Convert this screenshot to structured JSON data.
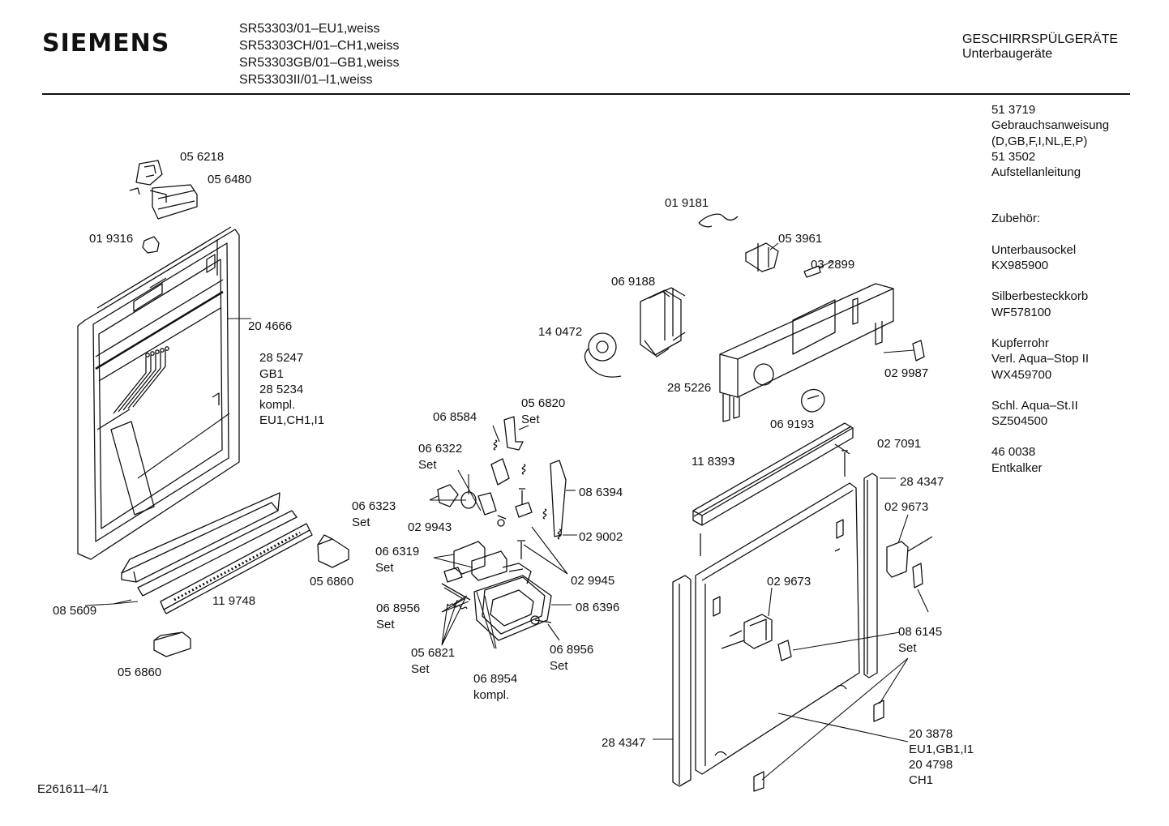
{
  "header": {
    "brand": "SIEMENS",
    "models": [
      "SR53303/01–EU1,weiss",
      "SR53303CH/01–CH1,weiss",
      "SR53303GB/01–GB1,weiss",
      "SR53303II/01–I1,weiss"
    ],
    "category_title": "GESCHIRRSPÜLGERÄTE",
    "category_subtitle": "Unterbaugeräte"
  },
  "side_info": {
    "lines": [
      "51 3719",
      "Gebrauchsanweisung",
      "(D,GB,F,I,NL,E,P)",
      "51 3502",
      "Aufstellanleitung",
      "",
      "",
      "Zubehör:",
      "",
      "Unterbausockel",
      "KX985900",
      "",
      "Silberbesteckkorb",
      "WF578100",
      "",
      "Kupferrohr",
      "Verl. Aqua–Stop II",
      "WX459700",
      "",
      "Schl. Aqua–St.II",
      "SZ504500",
      "",
      "46 0038",
      "Entkalker"
    ]
  },
  "labels": {
    "p056218": "05 6218",
    "p056480": "05 6480",
    "p019316": "01 9316",
    "p204666": "20 4666",
    "p285247": "28 5247",
    "gb1": "GB1",
    "p285234": "28 5234",
    "kompl1": "kompl.",
    "eu1ch1i1": "EU1,CH1,I1",
    "p085609": "08 5609",
    "p119748": "11 9748",
    "p056860a": "05 6860",
    "p056860b": "05 6860",
    "p068584": "06 8584",
    "p056820": "05 6820",
    "set056820": "Set",
    "p066322": "06 6322",
    "set066322": "Set",
    "p086394": "08 6394",
    "p066323": "06 6323",
    "set066323": "Set",
    "p029943": "02 9943",
    "p029002": "02 9002",
    "p066319": "06 6319",
    "set066319": "Set",
    "p029945": "02 9945",
    "p068956a": "06 8956",
    "set068956a": "Set",
    "p086396": "08 6396",
    "p056821": "05 6821",
    "set056821": "Set",
    "p068956b": "06 8956",
    "set068956b": "Set",
    "p068954": "06 8954",
    "kompl2": "kompl.",
    "p019181": "01 9181",
    "p053961": "05 3961",
    "p032899": "03 2899",
    "p069188": "06 9188",
    "p140472": "14 0472",
    "p029987": "02 9987",
    "p285226": "28 5226",
    "p069193": "06 9193",
    "p118393": "11 8393",
    "p027091": "02 7091",
    "p284347a": "28 4347",
    "p029673a": "02 9673",
    "p029673b": "02 9673",
    "p086145": "08 6145",
    "set086145": "Set",
    "p284347b": "28 4347",
    "p203878": "20 3878",
    "eugb1i1": "EU1,GB1,I1",
    "p204798": "20 4798",
    "ch1": "CH1"
  },
  "footer": {
    "code": "E261611–4/1"
  }
}
